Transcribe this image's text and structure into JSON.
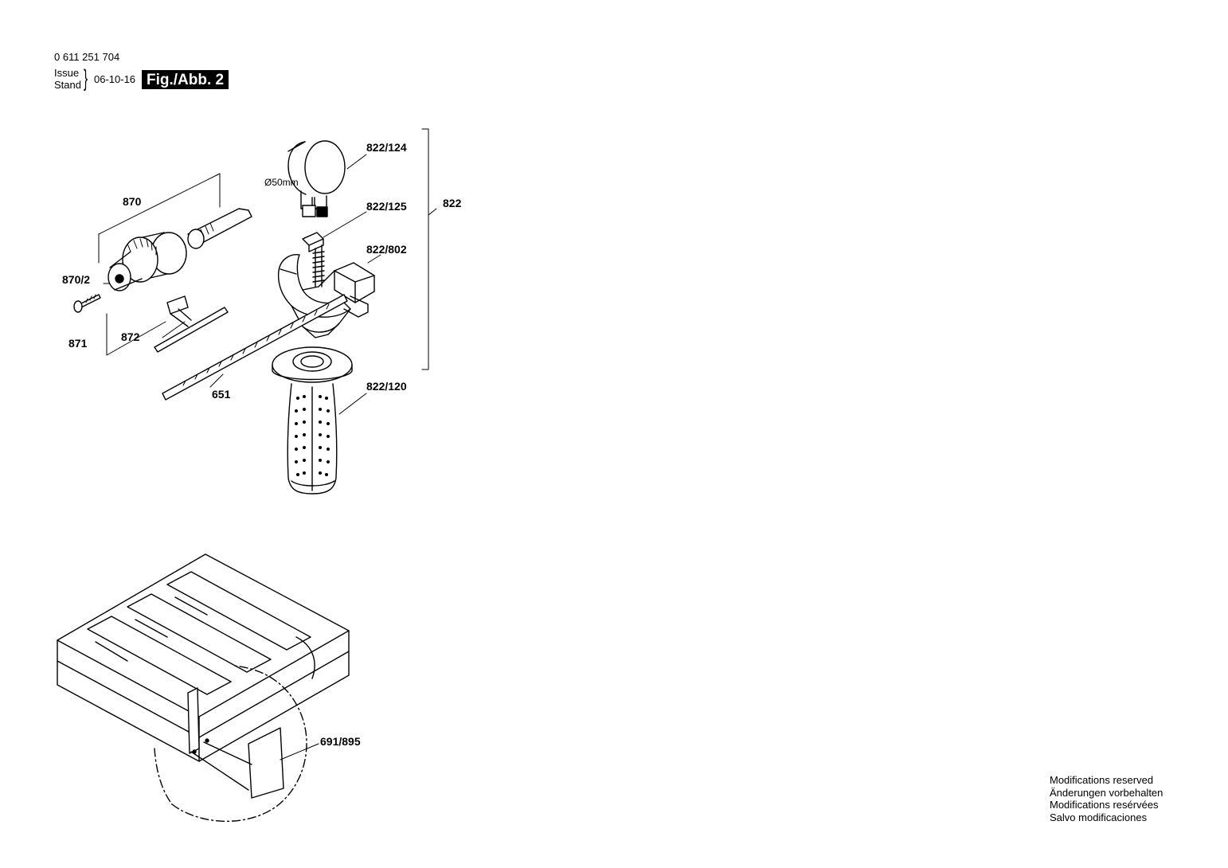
{
  "header": {
    "part_number": "0 611 251 704",
    "issue_label": "Issue",
    "stand_label": "Stand",
    "date": "06-10-16",
    "figure": "Fig./Abb. 2"
  },
  "callouts": {
    "c822_124": "822/124",
    "c822_125": "822/125",
    "c822": "822",
    "c822_802": "822/802",
    "c822_120": "822/120",
    "c870": "870",
    "c870_2": "870/2",
    "c871": "871",
    "c872": "872",
    "c651": "651",
    "c691_895": "691/895",
    "diameter": "Ø50mm"
  },
  "footer": {
    "lines": [
      "Modifications reserved",
      "Änderungen vorbehalten",
      "Modifications resérvées",
      "Salvo modificaciones"
    ]
  },
  "colors": {
    "ink": "#000000",
    "paper": "#ffffff"
  }
}
